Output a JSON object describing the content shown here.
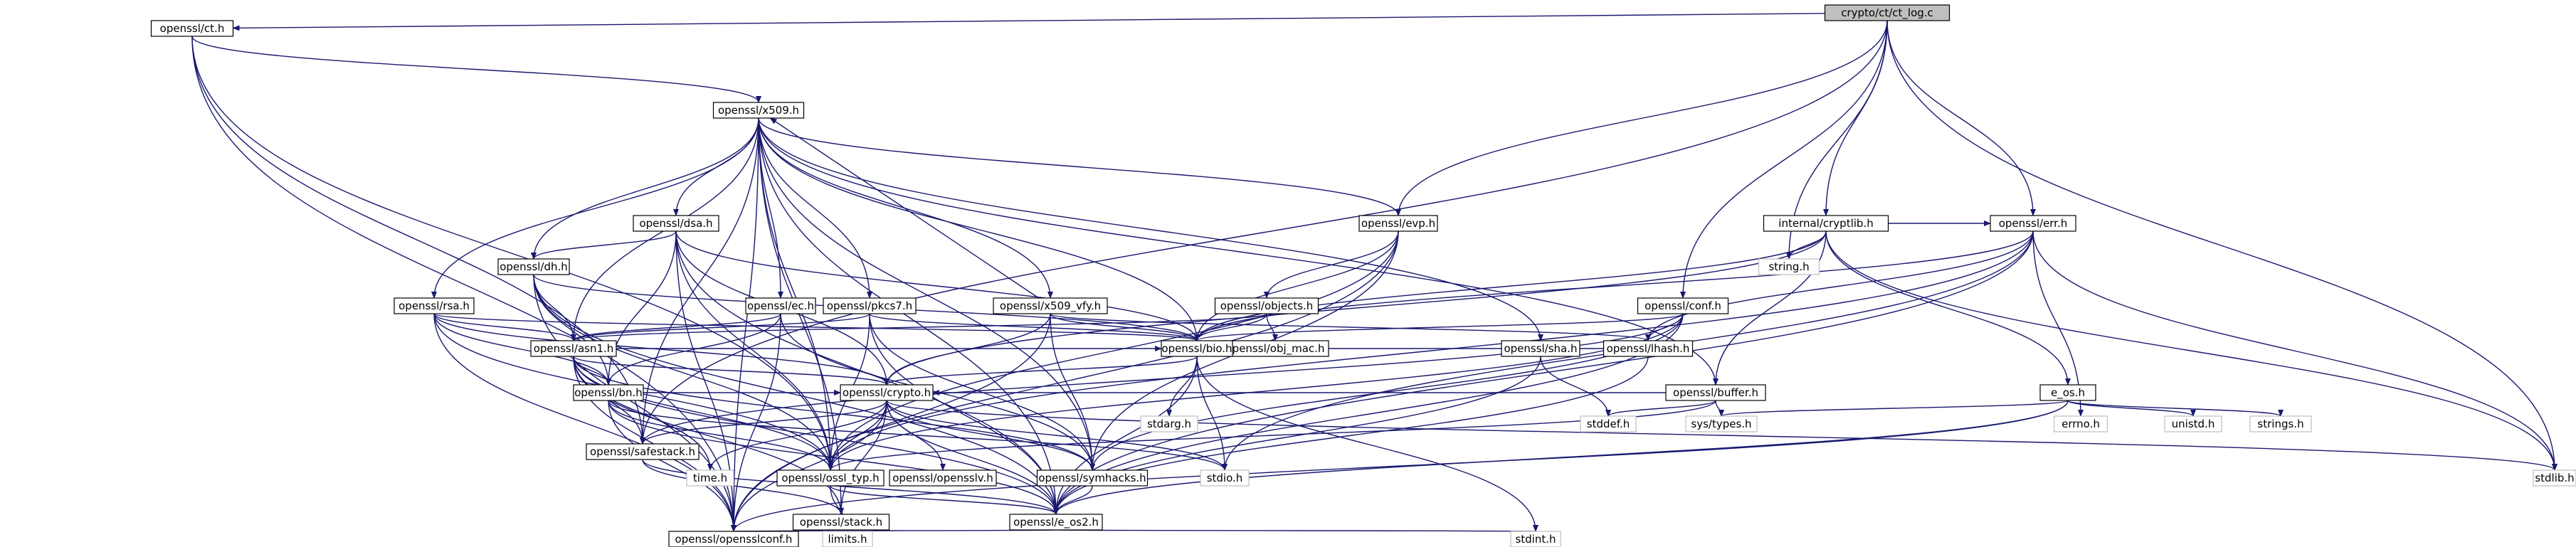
{
  "graph": {
    "root": "crypto/ct/ct_log.c",
    "colors": {
      "edge": "#191970",
      "root_fill": "#bfbfbf",
      "node_border": "#000000",
      "system_header_border": "#bfbfbf"
    },
    "nodes": [
      {
        "id": "ct_log",
        "label": "crypto/ct/ct_log.c",
        "kind": "root"
      },
      {
        "id": "ct_h",
        "label": "openssl/ct.h",
        "kind": "plain"
      },
      {
        "id": "x509_h",
        "label": "openssl/x509.h",
        "kind": "plain"
      },
      {
        "id": "evp_h",
        "label": "openssl/evp.h",
        "kind": "plain"
      },
      {
        "id": "cryptlib_h",
        "label": "internal/cryptlib.h",
        "kind": "plain"
      },
      {
        "id": "string_h",
        "label": "string.h",
        "kind": "gray"
      },
      {
        "id": "conf_h",
        "label": "openssl/conf.h",
        "kind": "plain"
      },
      {
        "id": "err_h",
        "label": "openssl/err.h",
        "kind": "plain"
      },
      {
        "id": "dsa_h",
        "label": "openssl/dsa.h",
        "kind": "plain"
      },
      {
        "id": "rsa_h",
        "label": "openssl/rsa.h",
        "kind": "plain"
      },
      {
        "id": "dh_h",
        "label": "openssl/dh.h",
        "kind": "plain"
      },
      {
        "id": "ec_h",
        "label": "openssl/ec.h",
        "kind": "plain"
      },
      {
        "id": "pkcs7_h",
        "label": "openssl/pkcs7.h",
        "kind": "plain"
      },
      {
        "id": "x509_vfy_h",
        "label": "openssl/x509_vfy.h",
        "kind": "plain"
      },
      {
        "id": "objects_h",
        "label": "openssl/objects.h",
        "kind": "plain"
      },
      {
        "id": "obj_mac_h",
        "label": "openssl/obj_mac.h",
        "kind": "plain"
      },
      {
        "id": "lhash_h",
        "label": "openssl/lhash.h",
        "kind": "plain"
      },
      {
        "id": "asn1_h",
        "label": "openssl/asn1.h",
        "kind": "plain"
      },
      {
        "id": "bio_h",
        "label": "openssl/bio.h",
        "kind": "plain"
      },
      {
        "id": "sha_h",
        "label": "openssl/sha.h",
        "kind": "plain"
      },
      {
        "id": "buffer_h",
        "label": "openssl/buffer.h",
        "kind": "plain"
      },
      {
        "id": "e_os_h",
        "label": "e_os.h",
        "kind": "plain"
      },
      {
        "id": "bn_h",
        "label": "openssl/bn.h",
        "kind": "plain"
      },
      {
        "id": "crypto_h",
        "label": "openssl/crypto.h",
        "kind": "plain"
      },
      {
        "id": "stdarg_h",
        "label": "stdarg.h",
        "kind": "gray"
      },
      {
        "id": "stddef_h",
        "label": "stddef.h",
        "kind": "gray"
      },
      {
        "id": "sys_types_h",
        "label": "sys/types.h",
        "kind": "gray"
      },
      {
        "id": "errno_h",
        "label": "errno.h",
        "kind": "gray"
      },
      {
        "id": "unistd_h",
        "label": "unistd.h",
        "kind": "gray"
      },
      {
        "id": "strings_h",
        "label": "strings.h",
        "kind": "gray"
      },
      {
        "id": "safestack_h",
        "label": "openssl/safestack.h",
        "kind": "plain"
      },
      {
        "id": "time_h",
        "label": "time.h",
        "kind": "gray"
      },
      {
        "id": "ossl_typ_h",
        "label": "openssl/ossl_typ.h",
        "kind": "plain"
      },
      {
        "id": "opensslv_h",
        "label": "openssl/opensslv.h",
        "kind": "plain"
      },
      {
        "id": "symhacks_h",
        "label": "openssl/symhacks.h",
        "kind": "plain"
      },
      {
        "id": "stdio_h",
        "label": "stdio.h",
        "kind": "gray"
      },
      {
        "id": "stdlib_h",
        "label": "stdlib.h",
        "kind": "gray"
      },
      {
        "id": "stack_h",
        "label": "openssl/stack.h",
        "kind": "plain"
      },
      {
        "id": "e_os2_h",
        "label": "openssl/e_os2.h",
        "kind": "plain"
      },
      {
        "id": "limits_h",
        "label": "limits.h",
        "kind": "gray"
      },
      {
        "id": "stdint_h",
        "label": "stdint.h",
        "kind": "gray"
      },
      {
        "id": "opensslconf_h",
        "label": "openssl/opensslconf.h",
        "kind": "plain"
      }
    ],
    "edges": [
      [
        "ct_log",
        "ct_h"
      ],
      [
        "ct_log",
        "evp_h"
      ],
      [
        "ct_log",
        "conf_h"
      ],
      [
        "ct_log",
        "cryptlib_h"
      ],
      [
        "ct_log",
        "string_h"
      ],
      [
        "ct_log",
        "err_h"
      ],
      [
        "ct_log",
        "stdlib_h"
      ],
      [
        "ct_log",
        "safestack_h"
      ],
      [
        "ct_h",
        "x509_h"
      ],
      [
        "ct_h",
        "safestack_h"
      ],
      [
        "ct_h",
        "ossl_typ_h"
      ],
      [
        "ct_h",
        "opensslconf_h"
      ],
      [
        "x509_h",
        "evp_h"
      ],
      [
        "x509_h",
        "dsa_h"
      ],
      [
        "x509_h",
        "rsa_h"
      ],
      [
        "x509_h",
        "dh_h"
      ],
      [
        "x509_h",
        "ec_h"
      ],
      [
        "x509_h",
        "pkcs7_h"
      ],
      [
        "x509_h",
        "x509_vfy_h"
      ],
      [
        "x509_h",
        "sha_h"
      ],
      [
        "x509_h",
        "buffer_h"
      ],
      [
        "x509_h",
        "asn1_h"
      ],
      [
        "x509_h",
        "bio_h"
      ],
      [
        "x509_h",
        "safestack_h"
      ],
      [
        "x509_h",
        "symhacks_h"
      ],
      [
        "x509_h",
        "e_os2_h"
      ],
      [
        "x509_h",
        "ossl_typ_h"
      ],
      [
        "x509_h",
        "stack_h"
      ],
      [
        "x509_h",
        "opensslconf_h"
      ],
      [
        "x509_vfy_h",
        "x509_h"
      ],
      [
        "x509_vfy_h",
        "lhash_h"
      ],
      [
        "x509_vfy_h",
        "bio_h"
      ],
      [
        "x509_vfy_h",
        "crypto_h"
      ],
      [
        "x509_vfy_h",
        "symhacks_h"
      ],
      [
        "x509_vfy_h",
        "opensslconf_h"
      ],
      [
        "evp_h",
        "objects_h"
      ],
      [
        "evp_h",
        "bio_h"
      ],
      [
        "evp_h",
        "opensslconf_h"
      ],
      [
        "evp_h",
        "ossl_typ_h"
      ],
      [
        "evp_h",
        "symhacks_h"
      ],
      [
        "objects_h",
        "obj_mac_h"
      ],
      [
        "objects_h",
        "bio_h"
      ],
      [
        "objects_h",
        "asn1_h"
      ],
      [
        "dsa_h",
        "dh_h"
      ],
      [
        "dsa_h",
        "bn_h"
      ],
      [
        "dsa_h",
        "bio_h"
      ],
      [
        "dsa_h",
        "crypto_h"
      ],
      [
        "dsa_h",
        "ossl_typ_h"
      ],
      [
        "dsa_h",
        "e_os2_h"
      ],
      [
        "dsa_h",
        "opensslconf_h"
      ],
      [
        "rsa_h",
        "asn1_h"
      ],
      [
        "rsa_h",
        "bio_h"
      ],
      [
        "rsa_h",
        "bn_h"
      ],
      [
        "rsa_h",
        "crypto_h"
      ],
      [
        "rsa_h",
        "ossl_typ_h"
      ],
      [
        "rsa_h",
        "opensslconf_h"
      ],
      [
        "dh_h",
        "asn1_h"
      ],
      [
        "dh_h",
        "bio_h"
      ],
      [
        "dh_h",
        "bn_h"
      ],
      [
        "dh_h",
        "ossl_typ_h"
      ],
      [
        "dh_h",
        "e_os2_h"
      ],
      [
        "dh_h",
        "opensslconf_h"
      ],
      [
        "ec_h",
        "asn1_h"
      ],
      [
        "ec_h",
        "bn_h"
      ],
      [
        "ec_h",
        "symhacks_h"
      ],
      [
        "ec_h",
        "opensslconf_h"
      ],
      [
        "pkcs7_h",
        "asn1_h"
      ],
      [
        "pkcs7_h",
        "bio_h"
      ],
      [
        "pkcs7_h",
        "e_os2_h"
      ],
      [
        "pkcs7_h",
        "symhacks_h"
      ],
      [
        "pkcs7_h",
        "ossl_typ_h"
      ],
      [
        "asn1_h",
        "bio_h"
      ],
      [
        "asn1_h",
        "bn_h"
      ],
      [
        "asn1_h",
        "safestack_h"
      ],
      [
        "asn1_h",
        "crypto_h"
      ],
      [
        "asn1_h",
        "time_h"
      ],
      [
        "asn1_h",
        "ossl_typ_h"
      ],
      [
        "asn1_h",
        "symhacks_h"
      ],
      [
        "asn1_h",
        "e_os2_h"
      ],
      [
        "asn1_h",
        "stack_h"
      ],
      [
        "asn1_h",
        "opensslconf_h"
      ],
      [
        "bn_h",
        "crypto_h"
      ],
      [
        "bn_h",
        "ossl_typ_h"
      ],
      [
        "bn_h",
        "e_os2_h"
      ],
      [
        "bn_h",
        "stdio_h"
      ],
      [
        "bn_h",
        "opensslconf_h"
      ],
      [
        "bio_h",
        "crypto_h"
      ],
      [
        "bio_h",
        "stdarg_h"
      ],
      [
        "bio_h",
        "stdio_h"
      ],
      [
        "bio_h",
        "e_os2_h"
      ],
      [
        "bio_h",
        "stdint_h"
      ],
      [
        "crypto_h",
        "safestack_h"
      ],
      [
        "crypto_h",
        "time_h"
      ],
      [
        "crypto_h",
        "ossl_typ_h"
      ],
      [
        "crypto_h",
        "opensslv_h"
      ],
      [
        "crypto_h",
        "symhacks_h"
      ],
      [
        "crypto_h",
        "stdio_h"
      ],
      [
        "crypto_h",
        "stdlib_h"
      ],
      [
        "crypto_h",
        "e_os2_h"
      ],
      [
        "crypto_h",
        "stack_h"
      ],
      [
        "crypto_h",
        "opensslconf_h"
      ],
      [
        "conf_h",
        "bio_h"
      ],
      [
        "conf_h",
        "lhash_h"
      ],
      [
        "conf_h",
        "safestack_h"
      ],
      [
        "conf_h",
        "e_os2_h"
      ],
      [
        "conf_h",
        "ossl_typ_h"
      ],
      [
        "conf_h",
        "symhacks_h"
      ],
      [
        "cryptlib_h",
        "err_h"
      ],
      [
        "cryptlib_h",
        "e_os_h"
      ],
      [
        "cryptlib_h",
        "buffer_h"
      ],
      [
        "cryptlib_h",
        "bio_h"
      ],
      [
        "cryptlib_h",
        "crypto_h"
      ],
      [
        "cryptlib_h",
        "string_h"
      ],
      [
        "cryptlib_h",
        "stdlib_h"
      ],
      [
        "err_h",
        "lhash_h"
      ],
      [
        "err_h",
        "bio_h"
      ],
      [
        "err_h",
        "errno_h"
      ],
      [
        "err_h",
        "stdlib_h"
      ],
      [
        "err_h",
        "stdio_h"
      ],
      [
        "err_h",
        "e_os2_h"
      ],
      [
        "err_h",
        "ossl_typ_h"
      ],
      [
        "lhash_h",
        "bio_h"
      ],
      [
        "lhash_h",
        "e_os2_h"
      ],
      [
        "sha_h",
        "e_os2_h"
      ],
      [
        "sha_h",
        "stddef_h"
      ],
      [
        "buffer_h",
        "crypto_h"
      ],
      [
        "buffer_h",
        "stddef_h"
      ],
      [
        "buffer_h",
        "sys_types_h"
      ],
      [
        "buffer_h",
        "ossl_typ_h"
      ],
      [
        "e_os_h",
        "e_os2_h"
      ],
      [
        "e_os_h",
        "sys_types_h"
      ],
      [
        "e_os_h",
        "unistd_h"
      ],
      [
        "e_os_h",
        "strings_h"
      ],
      [
        "e_os_h",
        "opensslconf_h"
      ],
      [
        "safestack_h",
        "stack_h"
      ],
      [
        "safestack_h",
        "e_os2_h"
      ],
      [
        "ossl_typ_h",
        "e_os2_h"
      ],
      [
        "ossl_typ_h",
        "limits_h"
      ],
      [
        "symhacks_h",
        "e_os2_h"
      ],
      [
        "e_os2_h",
        "opensslconf_h"
      ],
      [
        "e_os2_h",
        "stdint_h"
      ]
    ]
  }
}
